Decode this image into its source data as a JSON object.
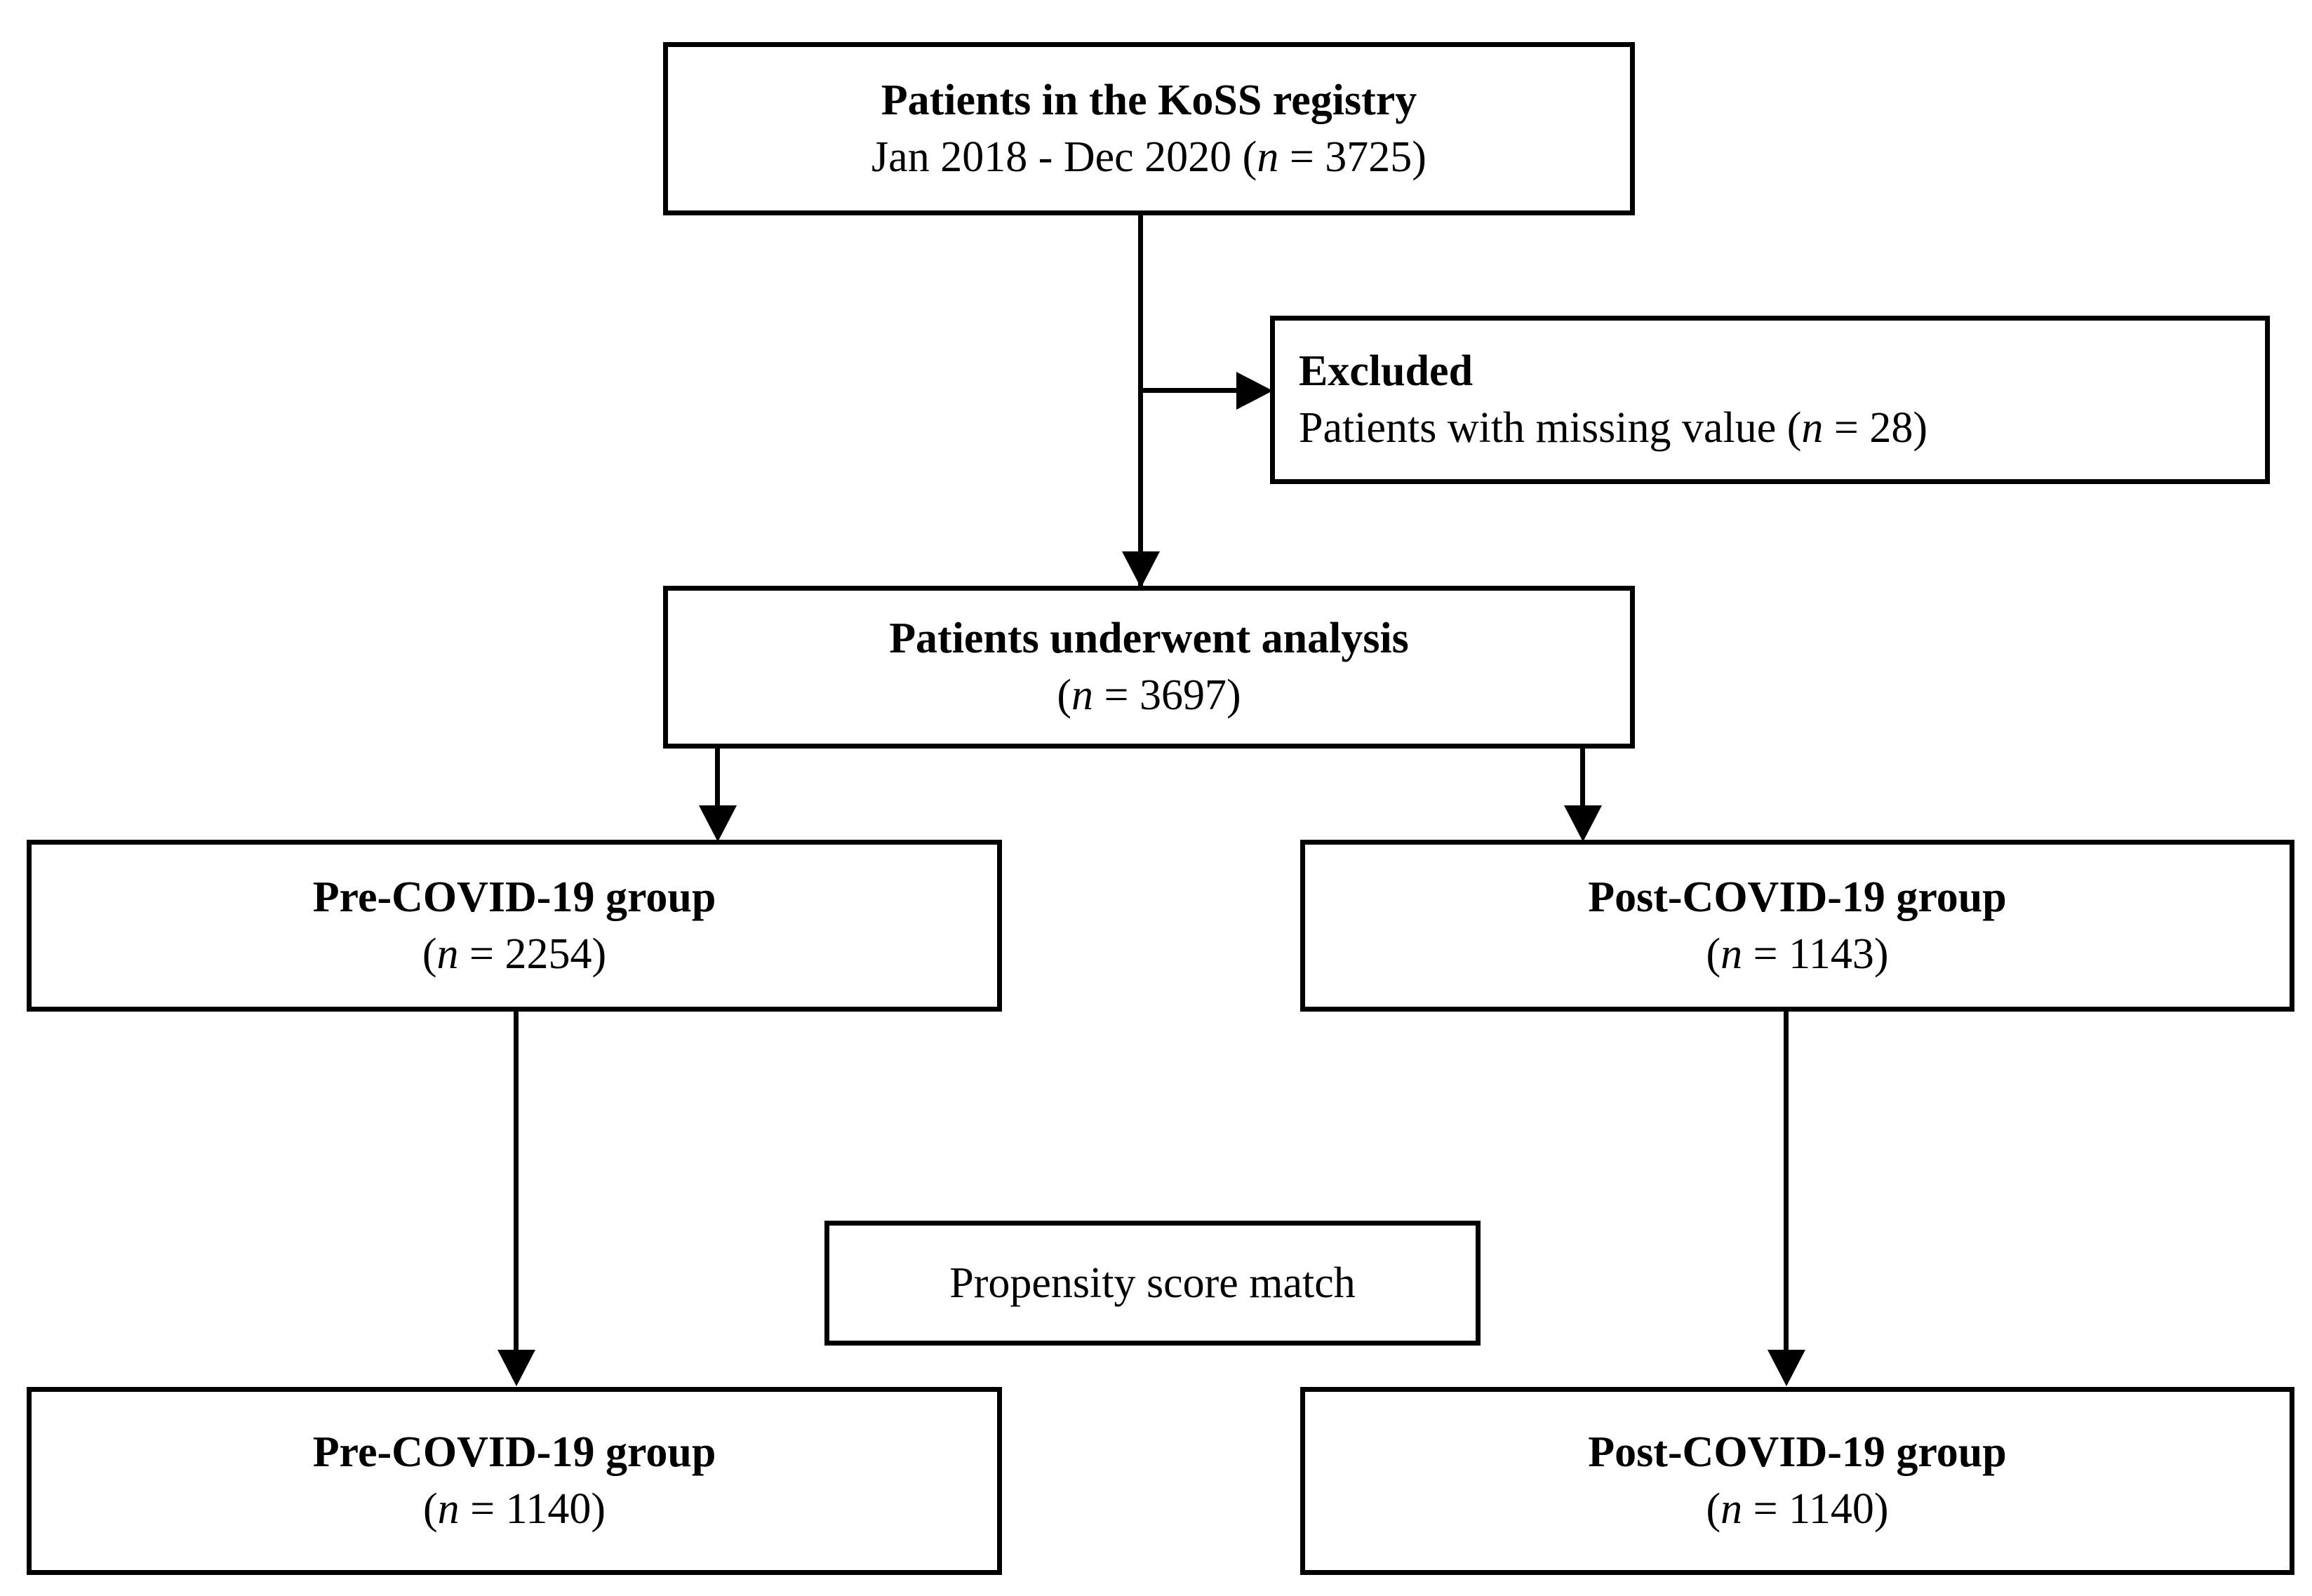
{
  "figure": {
    "type": "flowchart",
    "title": "Patient selection flow diagram",
    "colors": {
      "stroke": "#000000",
      "background": "#ffffff",
      "text": "#000000"
    }
  },
  "nodes": {
    "registry": {
      "heading": "Patients in the KoSS registry",
      "detail_prefix": "Jan 2018 - Dec 2020 (",
      "detail_n": "n",
      "detail_suffix": " = 3725)",
      "count": 3725
    },
    "excluded": {
      "heading": "Excluded",
      "detail_prefix": "Patients with missing value (",
      "detail_n": "n",
      "detail_suffix": " = 28)",
      "count": 28
    },
    "analysis": {
      "heading": "Patients underwent analysis",
      "detail_prefix": "(",
      "detail_n": "n",
      "detail_suffix": " = 3697)",
      "count": 3697
    },
    "pre_unmatched": {
      "heading": "Pre-COVID-19 group",
      "detail_prefix": "(",
      "detail_n": "n",
      "detail_suffix": " = 2254)",
      "count": 2254
    },
    "post_unmatched": {
      "heading": "Post-COVID-19 group",
      "detail_prefix": "(",
      "detail_n": "n",
      "detail_suffix": " = 1143)",
      "count": 1143
    },
    "propensity": {
      "label": "Propensity score match"
    },
    "pre_matched": {
      "heading": "Pre-COVID-19 group",
      "detail_prefix": "(",
      "detail_n": "n",
      "detail_suffix": " = 1140)",
      "count": 1140
    },
    "post_matched": {
      "heading": "Post-COVID-19 group",
      "detail_prefix": "(",
      "detail_n": "n",
      "detail_suffix": " = 1140)",
      "count": 1140
    }
  },
  "edges": [
    {
      "from": "registry",
      "to": "analysis",
      "style": "arrow-down"
    },
    {
      "from": "registry",
      "to": "excluded",
      "style": "arrow-right"
    },
    {
      "from": "analysis",
      "to": "pre_unmatched",
      "style": "arrow-down"
    },
    {
      "from": "analysis",
      "to": "post_unmatched",
      "style": "arrow-down"
    },
    {
      "from": "pre_unmatched",
      "to": "pre_matched",
      "style": "arrow-down"
    },
    {
      "from": "post_unmatched",
      "to": "post_matched",
      "style": "arrow-down"
    }
  ]
}
